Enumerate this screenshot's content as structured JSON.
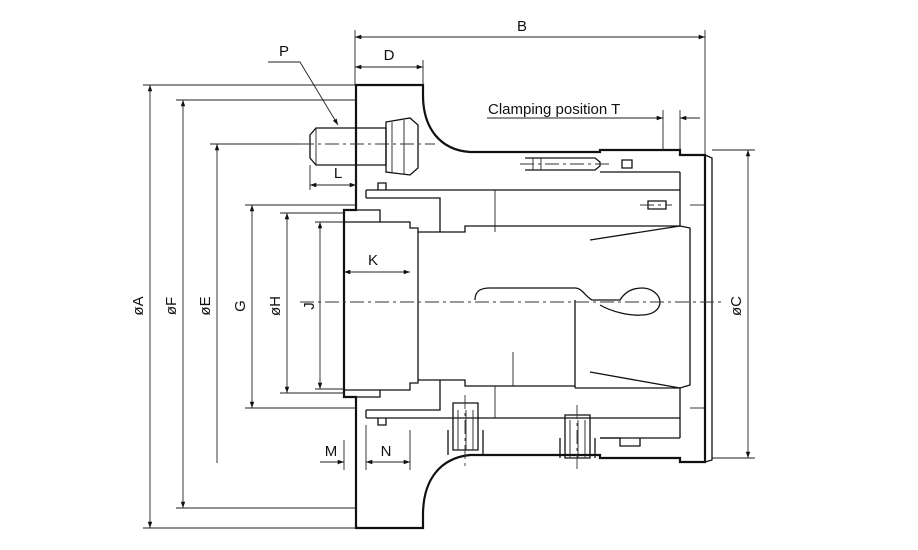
{
  "diagram": {
    "dimensions": {
      "B": "B",
      "D": "D",
      "P": "P",
      "clamping": "Clamping position T",
      "L": "L",
      "K": "K",
      "M": "M",
      "N": "N",
      "A": "øA",
      "F": "øF",
      "E": "øE",
      "G": "G",
      "H": "øH",
      "J": "J",
      "C": "øC"
    },
    "colors": {
      "line": "#111111",
      "background": "#ffffff"
    }
  }
}
